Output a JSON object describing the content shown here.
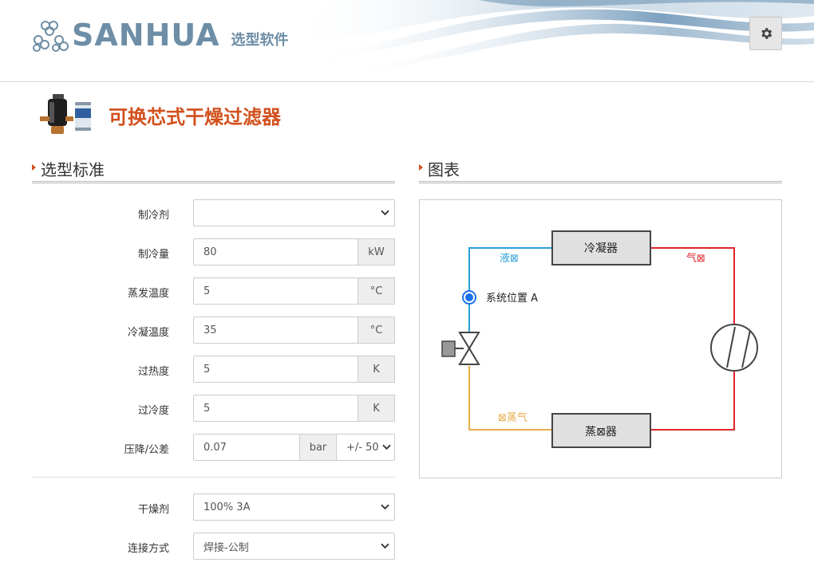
{
  "header": {
    "brand": "SANHUA",
    "subtitle": "选型软件",
    "settings_icon": "gear-icon"
  },
  "product": {
    "title": "可换芯式干燥过滤器",
    "image_icon": "filter-drier-product-image"
  },
  "sections": {
    "criteria": "选型标准",
    "chart": "图表"
  },
  "form": {
    "refrigerant": {
      "label": "制冷剂",
      "value": ""
    },
    "capacity": {
      "label": "制冷量",
      "value": "80",
      "unit": "kW"
    },
    "evap_temp": {
      "label": "蒸发温度",
      "value": "5",
      "unit": "°C"
    },
    "cond_temp": {
      "label": "冷凝温度",
      "value": "35",
      "unit": "°C"
    },
    "superheat": {
      "label": "过热度",
      "value": "5",
      "unit": "K"
    },
    "subcooling": {
      "label": "过冷度",
      "value": "5",
      "unit": "K"
    },
    "pressure_drop": {
      "label": "压降/公差",
      "value": "0.07",
      "unit": "bar",
      "tolerance": "+/- 50"
    },
    "desiccant": {
      "label": "干燥剂",
      "value": "100% 3A"
    },
    "connection": {
      "label": "连接方式",
      "value": "焊接-公制"
    }
  },
  "diagram": {
    "condenser": "冷凝器",
    "evaporator": "蒸⊠器",
    "liquid_label": "液⊠",
    "gas_label": "气⊠",
    "vapor_label": "⊠蒸气",
    "position_label": "系统位置 A",
    "colors": {
      "liquid": "#2a9fd8",
      "gas": "#e0262b",
      "vapor": "#e8ad4a",
      "position": "#1a73e8"
    }
  }
}
